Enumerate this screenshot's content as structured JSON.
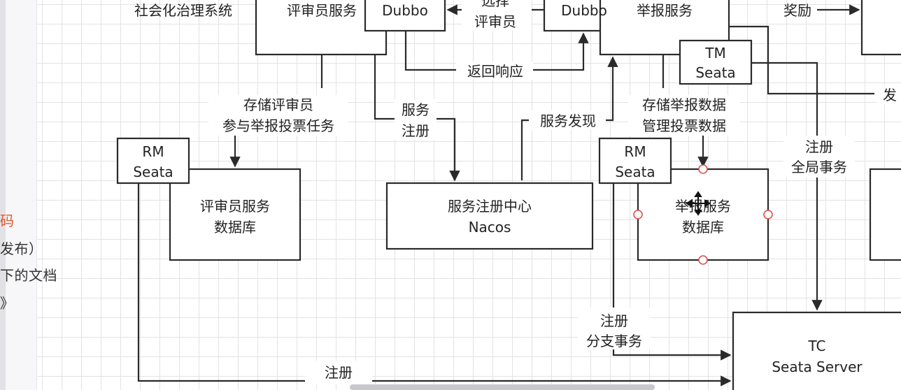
{
  "sidebar": {
    "lines": [
      {
        "text": "码",
        "color": "#e4572e"
      },
      {
        "text": "发布）",
        "color": "#333333"
      },
      {
        "text": "下的文档",
        "color": "#333333"
      },
      {
        "text": "》",
        "color": "#333333"
      }
    ]
  },
  "diagram": {
    "title": "社会化治理系统",
    "labels": {
      "reviewer_service": "评审员服务",
      "report_service": "举报服务",
      "dubbo_left": "Dubbo",
      "dubbo_right": "Dubbo",
      "select_reviewer_1": "选择",
      "select_reviewer_2": "评审员",
      "reward": "奖励",
      "return_response": "返回响应",
      "tm_1": "TM",
      "tm_2": "Seata",
      "store_reviewer_1": "存储评审员",
      "store_reviewer_2": "参与举报投票任务",
      "service_register_1": "服务",
      "service_register_2": "注册",
      "service_discovery": "服务发现",
      "store_report_1": "存储举报数据",
      "store_report_2": "管理投票数据",
      "send_partial": "发",
      "register_global_1": "注册",
      "register_global_2": "全局事务",
      "rm_left_1": "RM",
      "rm_left_2": "Seata",
      "reviewer_db_1": "评审员服务",
      "reviewer_db_2": "数据库",
      "nacos_1": "服务注册中心",
      "nacos_2": "Nacos",
      "rm_right_1": "RM",
      "rm_right_2": "Seata",
      "report_db_1": "举报服务",
      "report_db_2": "数据库",
      "register_branch_1": "注册",
      "register_branch_2": "分支事务",
      "register_bottom": "注册",
      "tc_1": "TC",
      "tc_2": "Seata Server"
    }
  }
}
